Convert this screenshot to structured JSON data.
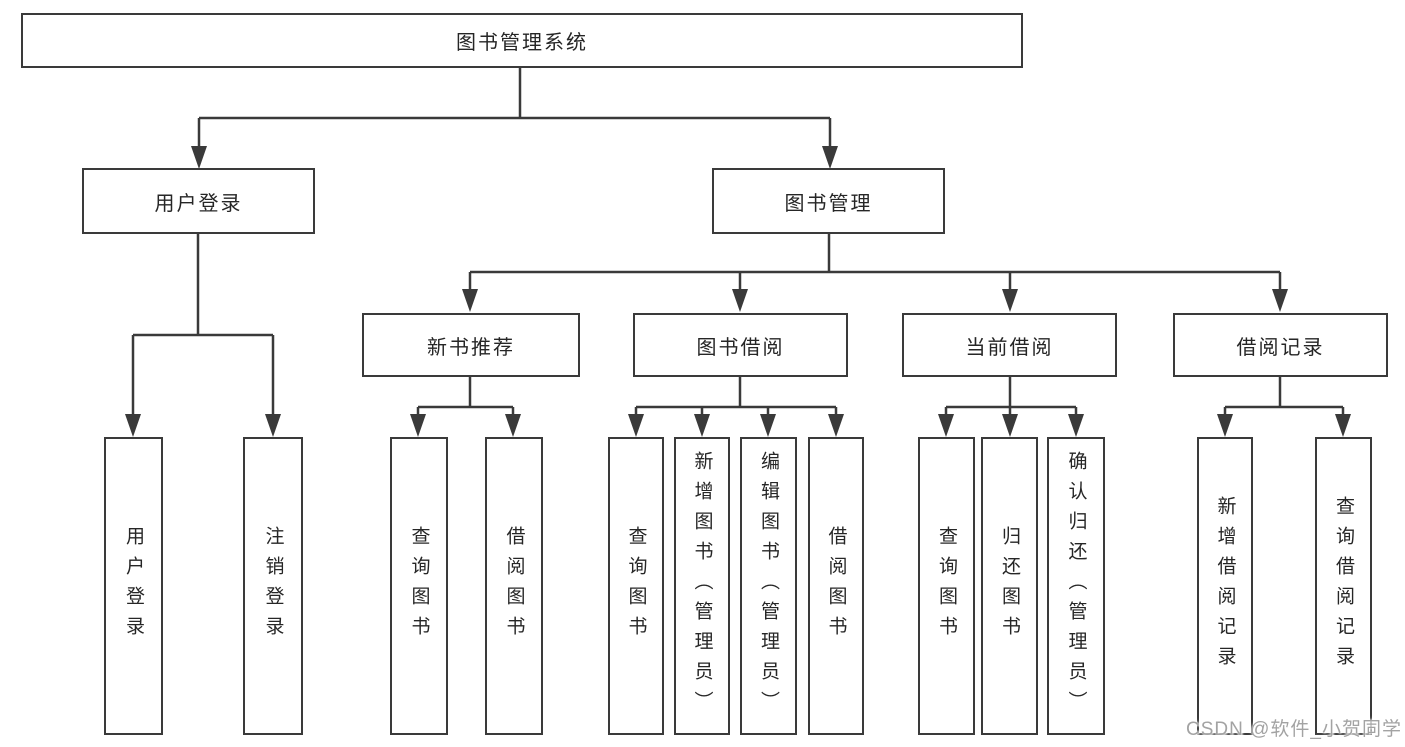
{
  "colors": {
    "line": "#3a3a3a",
    "border": "#3a3a3a",
    "text": "#262626",
    "watermark_text": "#a3a3a3",
    "background": "#ffffff"
  },
  "watermark": {
    "text": "CSDN @软件_小贺同学"
  },
  "tree": {
    "root": {
      "label": "图书管理系统"
    },
    "branches": [
      {
        "label": "用户登录",
        "children": [
          {
            "label": "用户登录"
          },
          {
            "label": "注销登录"
          }
        ]
      },
      {
        "label": "图书管理",
        "children": [
          {
            "label": "新书推荐",
            "children": [
              {
                "label": "查询图书"
              },
              {
                "label": "借阅图书"
              }
            ]
          },
          {
            "label": "图书借阅",
            "children": [
              {
                "label": "查询图书"
              },
              {
                "label": "新增图书（管理员）"
              },
              {
                "label": "编辑图书（管理员）"
              },
              {
                "label": "借阅图书"
              }
            ]
          },
          {
            "label": "当前借阅",
            "children": [
              {
                "label": "查询图书"
              },
              {
                "label": "归还图书"
              },
              {
                "label": "确认归还（管理员）"
              }
            ]
          },
          {
            "label": "借阅记录",
            "children": [
              {
                "label": "新增借阅记录"
              },
              {
                "label": "查询借阅记录"
              }
            ]
          }
        ]
      }
    ]
  }
}
